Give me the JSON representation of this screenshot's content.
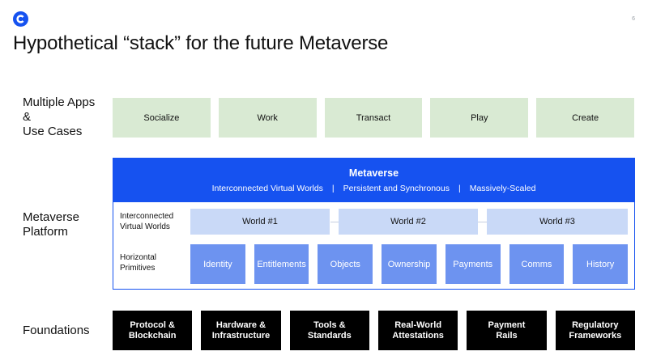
{
  "slide": {
    "page_number": "6",
    "title": "Hypothetical “stack” for the future Metaverse"
  },
  "colors": {
    "app_green": "#d9ead3",
    "brand_blue": "#1652f0",
    "world_light_blue": "#c9d9f7",
    "primitive_blue": "#6d93f0",
    "foundation_black": "#000000"
  },
  "logo": {
    "icon": "coinbase-c-icon"
  },
  "apps": {
    "label_lines": [
      "Multiple Apps",
      "&",
      "Use Cases"
    ],
    "items": [
      "Socialize",
      "Work",
      "Transact",
      "Play",
      "Create"
    ]
  },
  "platform": {
    "label_lines": [
      "Metaverse",
      "Platform"
    ],
    "title": "Metaverse",
    "subtitle_items": [
      "Interconnected Virtual Worlds",
      "Persistent and Synchronous",
      "Massively-Scaled"
    ],
    "subtitle_separator": "|",
    "worlds_label_lines": [
      "Interconnected",
      "Virtual Worlds"
    ],
    "worlds": [
      "World #1",
      "World #2",
      "World #3"
    ],
    "primitives_label_lines": [
      "Horizontal",
      "Primitives"
    ],
    "primitives": [
      "Identity",
      "Entitlements",
      "Objects",
      "Ownership",
      "Payments",
      "Comms",
      "History"
    ]
  },
  "foundations": {
    "label": "Foundations",
    "items": [
      [
        "Protocol &",
        "Blockchain"
      ],
      [
        "Hardware &",
        "Infrastructure"
      ],
      [
        "Tools &",
        "Standards"
      ],
      [
        "Real-World",
        "Attestations"
      ],
      [
        "Payment",
        "Rails"
      ],
      [
        "Regulatory",
        "Frameworks"
      ]
    ]
  }
}
